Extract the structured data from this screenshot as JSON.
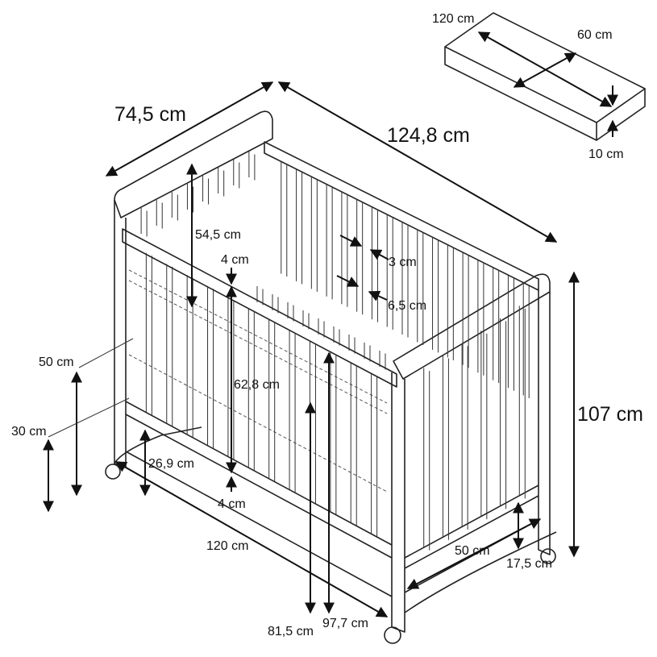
{
  "title": "Crib dimensions diagram",
  "colors": {
    "line": "#222222",
    "background": "#ffffff"
  },
  "mattress": {
    "length": "120 cm",
    "width": "60 cm",
    "thickness": "10 cm"
  },
  "crib": {
    "depth": "74,5 cm",
    "length": "124,8 cm",
    "end_panel_height": "54,5 cm",
    "rail_top": "4 cm",
    "slat_width": "3 cm",
    "slat_gap": "6,5 cm",
    "upper_base_height": "50 cm",
    "side_opening": "62,8 cm",
    "lower_base_height": "30 cm",
    "drawer_height_left": "26,9 cm",
    "rail_bottom": "4 cm",
    "total_height": "107 cm",
    "bottom_length": "120 cm",
    "drawer_depth": "50 cm",
    "drawer_height": "17,5 cm",
    "lower_side_height": "81,5 cm",
    "upper_side_height": "97,7 cm"
  }
}
